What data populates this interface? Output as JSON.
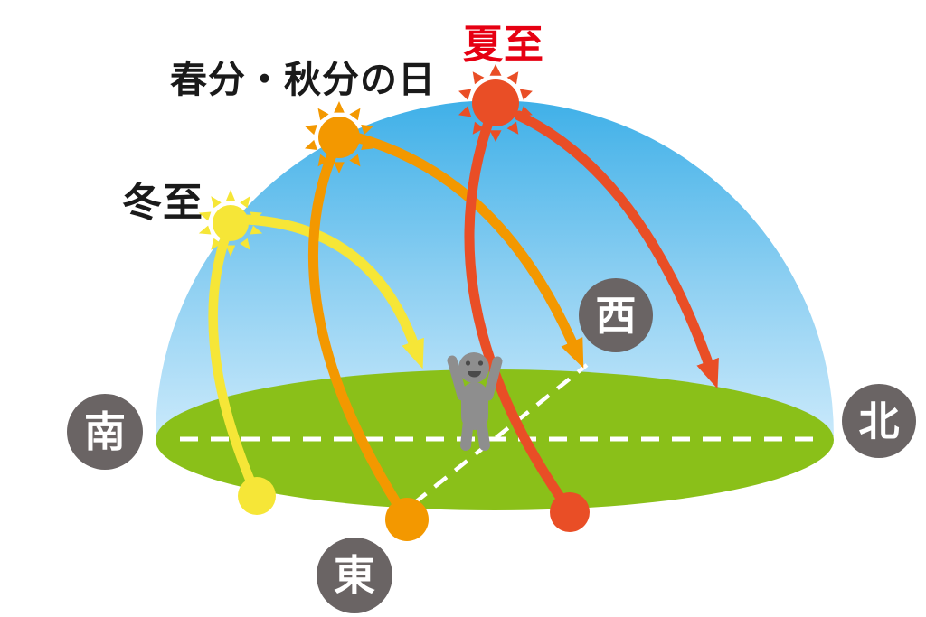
{
  "sun_paths": [
    {
      "id": "winter-solstice",
      "label": "冬至",
      "color": "#F6E637"
    },
    {
      "id": "equinox",
      "label": "春分・秋分の日",
      "color": "#F39800"
    },
    {
      "id": "summer-solstice",
      "label": "夏至",
      "color": "#E94E26",
      "label_color": "#E60012"
    }
  ],
  "directions": {
    "south": "南",
    "east": "東",
    "west": "西",
    "north": "北"
  },
  "icons": {
    "winter-sun-icon": "sun disc with triangular rays",
    "equinox-sun-icon": "sun disc with triangular rays",
    "summer-sun-icon": "sun disc with triangular rays",
    "person-icon": "gray person with raised arms standing at center of ground"
  },
  "colors": {
    "sky_top": "#3FB0E8",
    "sky_mid": "#8FD0F2",
    "sky_bottom": "#C9E9FB",
    "ground": "#8AC019",
    "winter": "#F6E637",
    "equinox": "#F39800",
    "summer": "#E94E26",
    "summer_label": "#E60012",
    "label_text": "#1A1A1A",
    "badge_bg": "#6A6464",
    "badge_text": "#FFFFFF",
    "person": "#8E8E8E",
    "person_face": "#4A4A4A",
    "dash": "#FFFFFF"
  }
}
